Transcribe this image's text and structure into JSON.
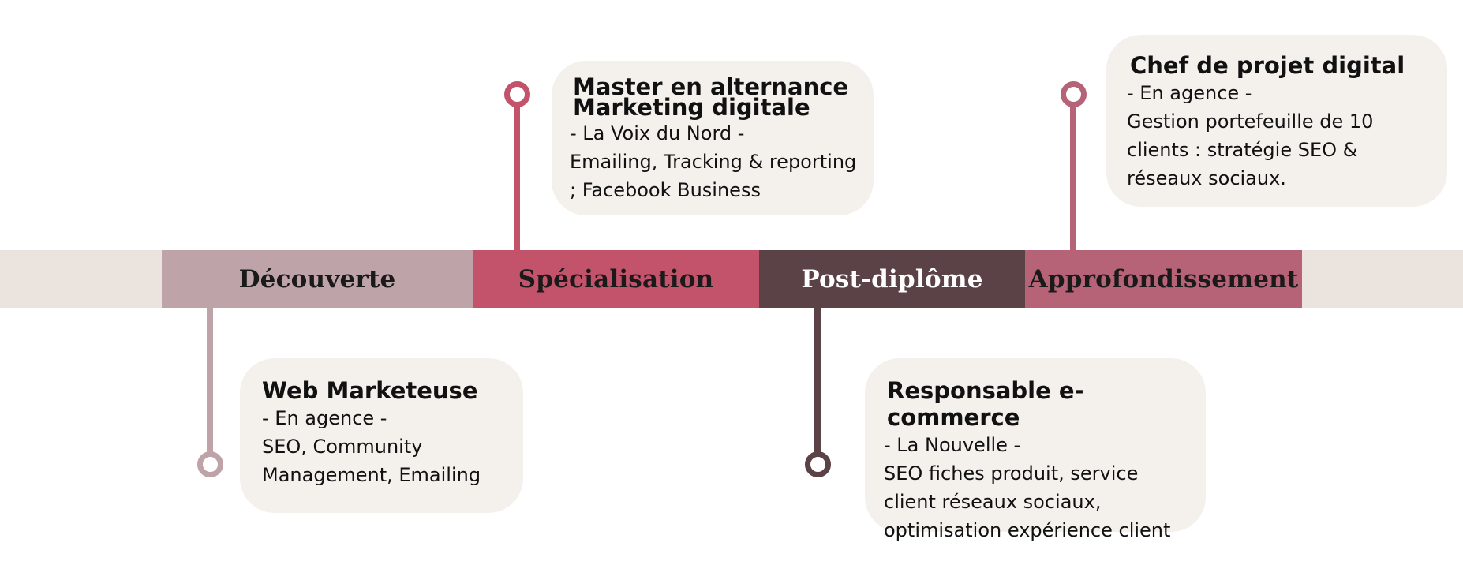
{
  "colors": {
    "band": "#ebe3dd",
    "decouverte": "#bea4a9",
    "specialisation": "#c2536b",
    "post_diplome": "#5a4246",
    "approfondissement": "#b66377",
    "card": "#f4f0ec"
  },
  "phases": [
    {
      "label": "Découverte"
    },
    {
      "label": "Spécialisation"
    },
    {
      "label": "Post-diplôme"
    },
    {
      "label": "Approfondissement"
    }
  ],
  "events": [
    {
      "title": "Master en alternance Marketing digitale",
      "subtitle": "- La Voix du Nord -",
      "description": "Emailing, Tracking & reporting ; Facebook Business"
    },
    {
      "title": "Chef de projet digital",
      "subtitle": "- En agence -",
      "description": "Gestion portefeuille de 10 clients : stratégie SEO & réseaux sociaux."
    },
    {
      "title": "Web Marketeuse",
      "subtitle": "- En agence -",
      "description": "SEO, Community Management, Emailing"
    },
    {
      "title": "Responsable e-commerce",
      "subtitle": "- La Nouvelle -",
      "description": "SEO fiches produit, service client réseaux sociaux, optimisation expérience client"
    }
  ]
}
